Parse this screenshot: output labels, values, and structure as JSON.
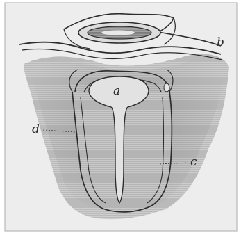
{
  "figure": {
    "labels": {
      "a": "a",
      "b": "b",
      "c": "c",
      "d": "d"
    },
    "colors": {
      "paper": "#ededed",
      "border": "#b8b8b8",
      "ink": "#2c2c2c",
      "shade_dark": "#8d8d8d",
      "shade_mid": "#b6b6b6",
      "cavity": "#e2e2e2"
    }
  }
}
